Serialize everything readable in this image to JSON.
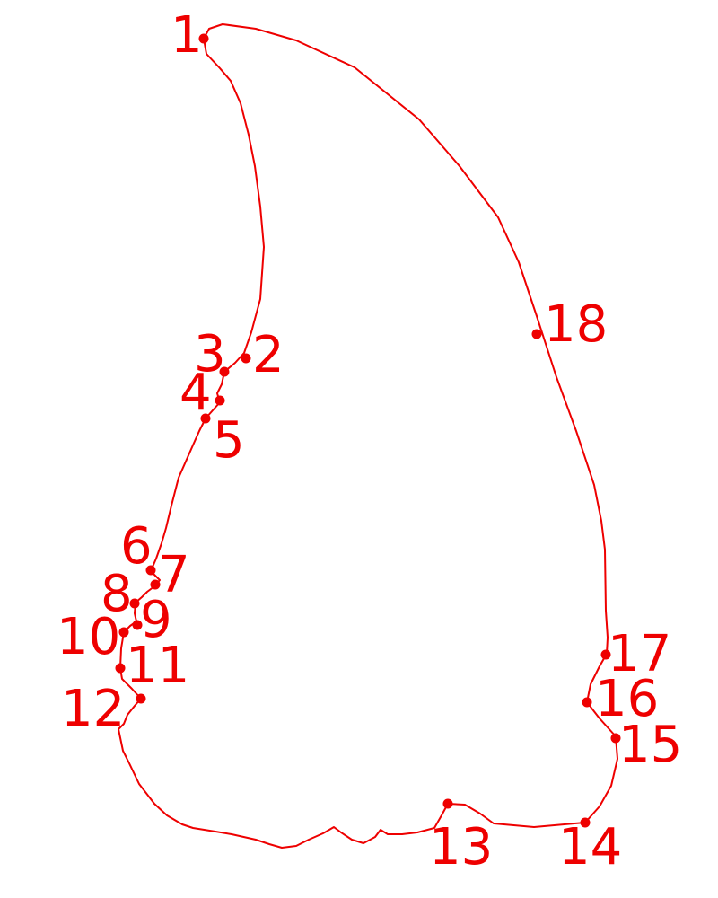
{
  "map": {
    "outline_color": "#ee0000",
    "marker_color": "#ee0000",
    "points": [
      {
        "label": "1"
      },
      {
        "label": "2"
      },
      {
        "label": "3"
      },
      {
        "label": "4"
      },
      {
        "label": "5"
      },
      {
        "label": "6"
      },
      {
        "label": "7"
      },
      {
        "label": "8"
      },
      {
        "label": "9"
      },
      {
        "label": "10"
      },
      {
        "label": "11"
      },
      {
        "label": "12"
      },
      {
        "label": "13"
      },
      {
        "label": "14"
      },
      {
        "label": "15"
      },
      {
        "label": "16"
      },
      {
        "label": "17"
      },
      {
        "label": "18"
      }
    ]
  }
}
